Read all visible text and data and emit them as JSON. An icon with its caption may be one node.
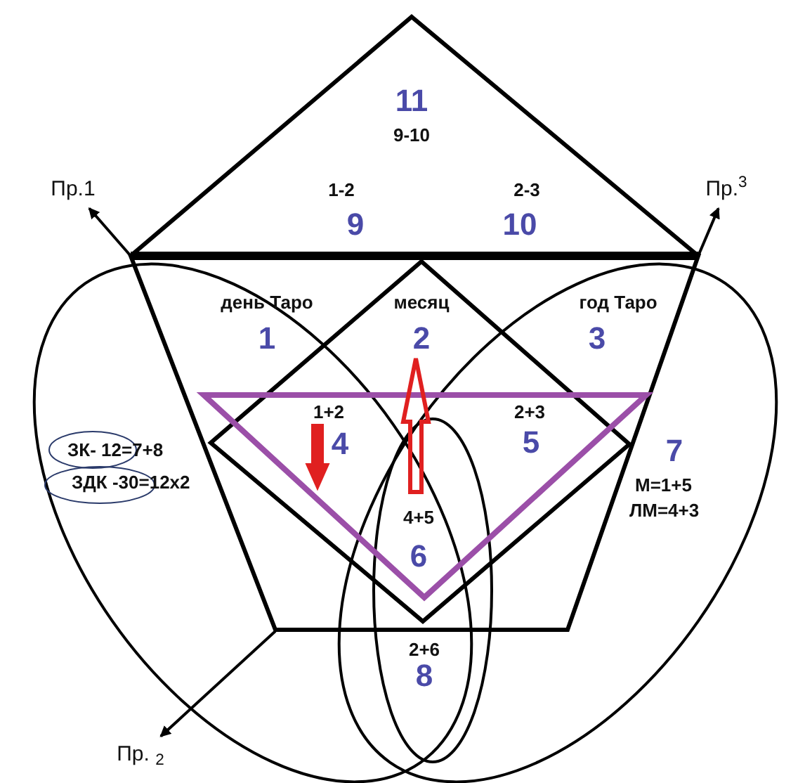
{
  "diagram": {
    "nodes": [
      {
        "text": [
          "Пр.1"
        ]
      },
      {
        "text": [
          "Пр.$^{3}$"
        ]
      },
      {
        "text": [
          "Пр. $_{2}$"
        ]
      }
    ],
    "edges": [
      {
        "from": null,
        "to": 0,
        "arrow": "to"
      },
      {
        "from": null,
        "to": 1,
        "arrow": "to"
      },
      {
        "from": null,
        "to": 2,
        "arrow": "to"
      }
    ],
    "labels": [
      "11",
      "9-10",
      "1-2",
      "2-3",
      "9",
      "10",
      "день Таро",
      "месяц",
      "год Таро",
      "1",
      "2",
      "3",
      "1+2",
      "2+3",
      "4",
      "5",
      "7",
      "ЗК- 12=7+8",
      "ЗДК -30=12x2",
      "М=1+5",
      "ЛМ=4+3",
      "4+5",
      "6",
      "2+6",
      "8"
    ]
  }
}
